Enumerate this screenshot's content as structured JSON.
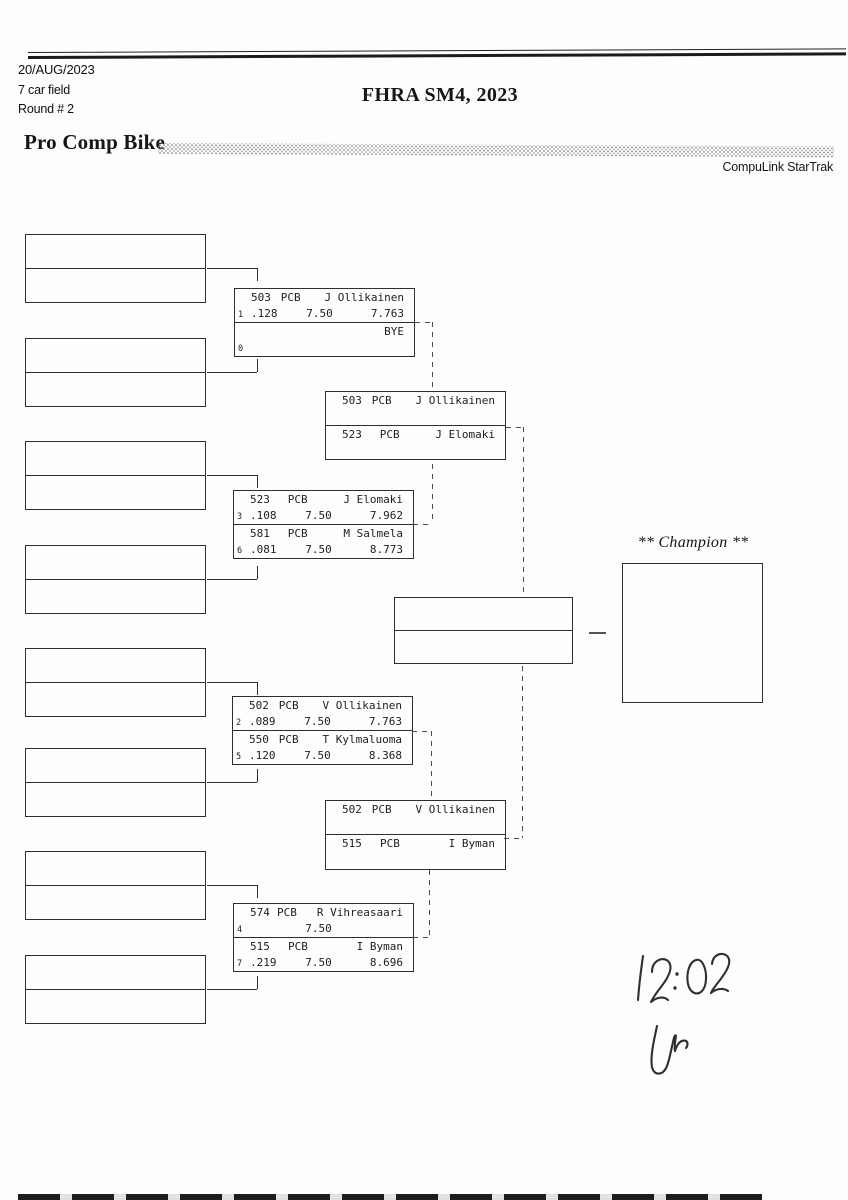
{
  "header": {
    "date": "20/AUG/2023",
    "field_size": "7 car field",
    "round": "Round # 2",
    "title": "FHRA SM4, 2023",
    "class_name": "Pro Comp Bike",
    "brand": "CompuLink StarTrak"
  },
  "champion": {
    "label": "** Champion **"
  },
  "handwriting": {
    "time": "12:02",
    "mark": "Ur"
  },
  "round2": [
    {
      "top": {
        "car": "503",
        "cls": "PCB",
        "driver": "J Ollikainen",
        "rank": "1",
        "reaction": ".128",
        "dial": "7.50",
        "et": "7.763"
      },
      "bottom": {
        "car": "",
        "cls": "",
        "driver": "BYE",
        "rank": "0",
        "reaction": "",
        "dial": "",
        "et": ""
      }
    },
    {
      "top": {
        "car": "523",
        "cls": "PCB",
        "driver": "J Elomaki",
        "rank": "3",
        "reaction": ".108",
        "dial": "7.50",
        "et": "7.962"
      },
      "bottom": {
        "car": "581",
        "cls": "PCB",
        "driver": "M Salmela",
        "rank": "6",
        "reaction": ".081",
        "dial": "7.50",
        "et": "8.773"
      }
    },
    {
      "top": {
        "car": "502",
        "cls": "PCB",
        "driver": "V Ollikainen",
        "rank": "2",
        "reaction": ".089",
        "dial": "7.50",
        "et": "7.763"
      },
      "bottom": {
        "car": "550",
        "cls": "PCB",
        "driver": "T Kylmaluoma",
        "rank": "5",
        "reaction": ".120",
        "dial": "7.50",
        "et": "8.368"
      }
    },
    {
      "top": {
        "car": "574",
        "cls": "PCB",
        "driver": "R Vihreasaari",
        "rank": "4",
        "reaction": "",
        "dial": "7.50",
        "et": ""
      },
      "bottom": {
        "car": "515",
        "cls": "PCB",
        "driver": "I Byman",
        "rank": "7",
        "reaction": ".219",
        "dial": "7.50",
        "et": "8.696"
      }
    }
  ],
  "semifinals": [
    {
      "top": {
        "car": "503",
        "cls": "PCB",
        "driver": "J Ollikainen"
      },
      "bottom": {
        "car": "523",
        "cls": "PCB",
        "driver": "J Elomaki"
      }
    },
    {
      "top": {
        "car": "502",
        "cls": "PCB",
        "driver": "V Ollikainen"
      },
      "bottom": {
        "car": "515",
        "cls": "PCB",
        "driver": "I Byman"
      }
    }
  ]
}
